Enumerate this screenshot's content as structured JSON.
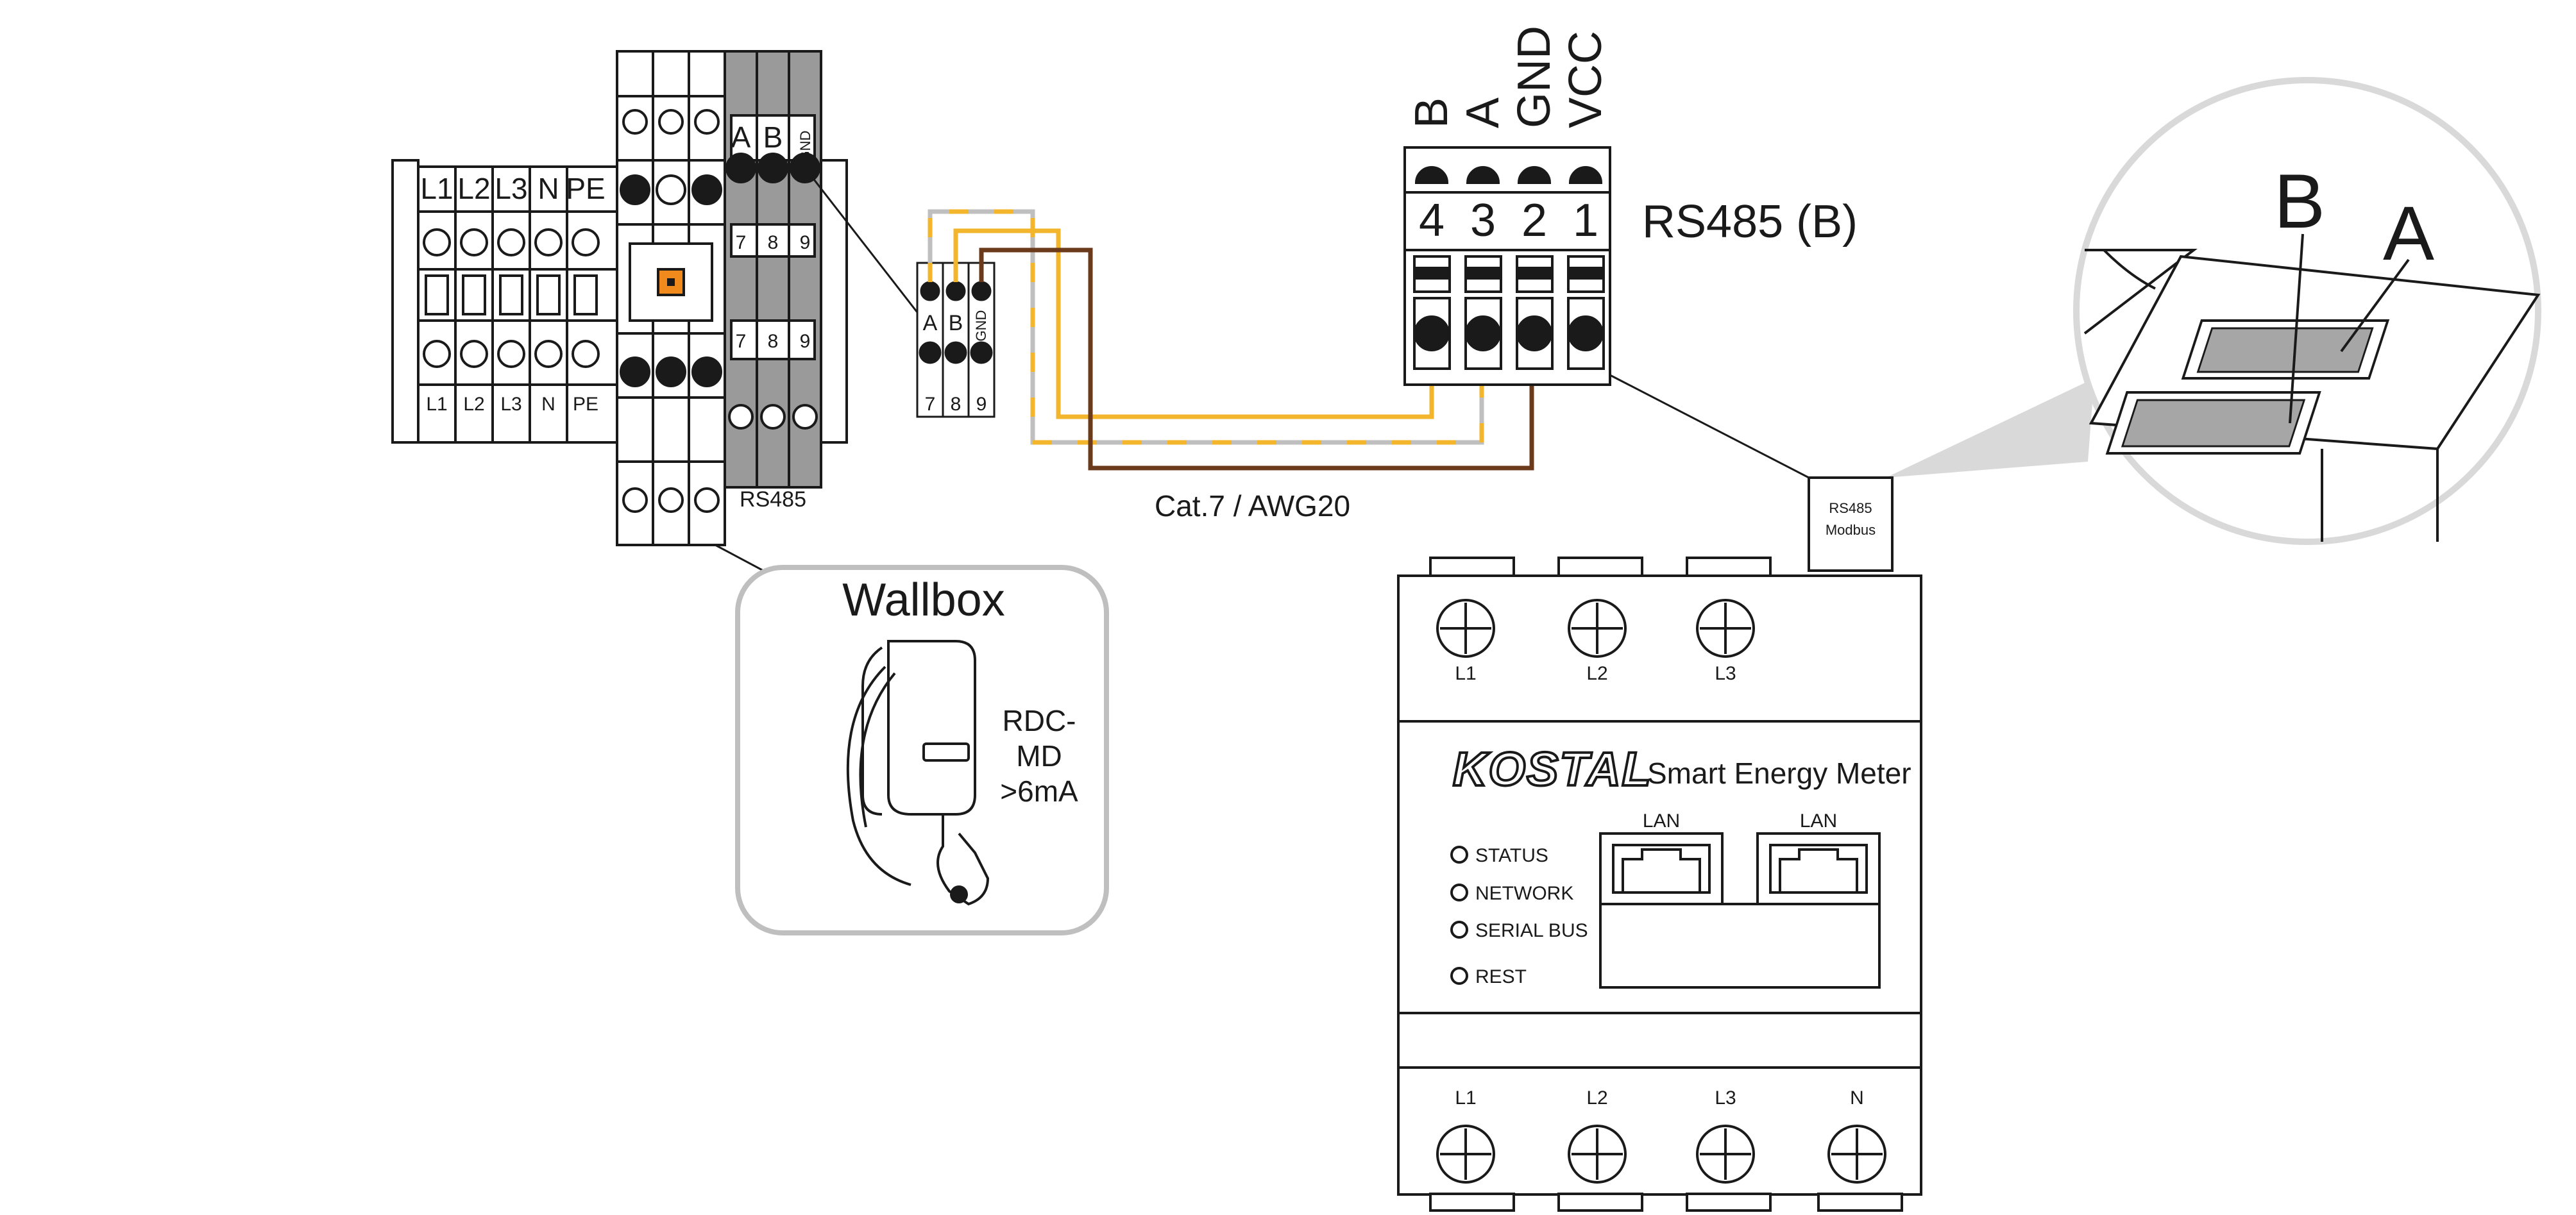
{
  "terminal_block": {
    "phase_labels": [
      "L1",
      "L2",
      "L3",
      "N",
      "PE"
    ],
    "bottom_labels": [
      "L1",
      "L2",
      "L3",
      "N",
      "PE"
    ],
    "rs485_labels": [
      "A",
      "B",
      "GND"
    ],
    "rs485_numbers": [
      "7",
      "8",
      "9"
    ],
    "rs485_caption": "RS485"
  },
  "mini_connector": {
    "labels": [
      "A",
      "B",
      "GND"
    ],
    "numbers": [
      "7",
      "8",
      "9"
    ]
  },
  "cable_label": "Cat.7 / AWG20",
  "rs485_connector": {
    "pin_names": [
      "B",
      "A",
      "GND",
      "VCC"
    ],
    "pin_numbers": [
      "4",
      "3",
      "2",
      "1"
    ],
    "title": "RS485 (B)"
  },
  "zoom": {
    "label_b": "B",
    "label_a": "A"
  },
  "wallbox": {
    "title": "Wallbox",
    "note_line1": "RDC-",
    "note_line2": "MD",
    "note_line3": ">6mA"
  },
  "meter": {
    "port_label_line1": "RS485",
    "port_label_line2": "Modbus",
    "top_terminals": [
      "L1",
      "L2",
      "L3"
    ],
    "brand": "KOSTAL",
    "product": "Smart Energy Meter",
    "lan_labels": [
      "LAN",
      "LAN"
    ],
    "leds": [
      "STATUS",
      "NETWORK",
      "SERIAL BUS",
      "REST"
    ],
    "bottom_terminals": [
      "L1",
      "L2",
      "L3",
      "N"
    ]
  },
  "colors": {
    "wire_yellow": "#f3b52b",
    "wire_gray": "#bfbfbf",
    "wire_brown": "#6b3a1a",
    "orange_mark": "#f08a1c",
    "terminal_gray": "#9a9a9a"
  }
}
